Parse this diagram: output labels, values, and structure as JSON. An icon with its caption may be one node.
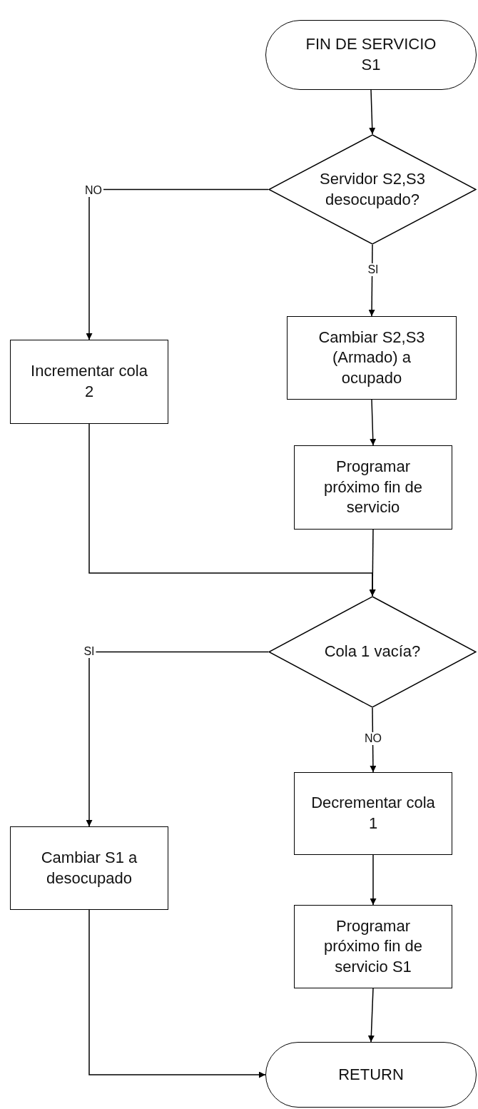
{
  "diagram": {
    "nodes": [
      {
        "text": [
          "FIN DE SERVICIO S1"
        ]
      },
      {
        "text": [
          "Servidor S2,S3 desocupado?"
        ]
      },
      {
        "text": [
          "Incrementar cola 2"
        ]
      },
      {
        "text": [
          "Cambiar S2,S3 (Armado) a ocupado"
        ]
      },
      {
        "text": [
          "Programar próximo fin de servicio"
        ]
      },
      {
        "text": [
          "Cola 1 vacía?"
        ]
      },
      {
        "text": [
          "Cambiar S1 a desocupado"
        ]
      },
      {
        "text": [
          "Decrementar cola 1"
        ]
      },
      {
        "text": [
          "Programar próximo fin de servicio S1"
        ]
      },
      {
        "text": [
          "RETURN"
        ]
      }
    ],
    "edges": [
      {
        "from": 0,
        "to": 1,
        "arrow": "to"
      },
      {
        "from": 1,
        "to": 2,
        "arrow": "to",
        "label": "NO"
      },
      {
        "from": 1,
        "to": 3,
        "arrow": "to",
        "label": "SI"
      },
      {
        "from": 3,
        "to": 4,
        "arrow": "to"
      },
      {
        "from": 4,
        "to": 5,
        "arrow": "to"
      },
      {
        "from": 2,
        "to": 5,
        "arrow": "to"
      },
      {
        "from": 5,
        "to": 6,
        "arrow": "to",
        "label": "SI"
      },
      {
        "from": 5,
        "to": 7,
        "arrow": "to",
        "label": "NO"
      },
      {
        "from": 7,
        "to": 8,
        "arrow": "to"
      },
      {
        "from": 8,
        "to": 9,
        "arrow": "to"
      },
      {
        "from": 6,
        "to": 9,
        "arrow": "to"
      }
    ]
  }
}
